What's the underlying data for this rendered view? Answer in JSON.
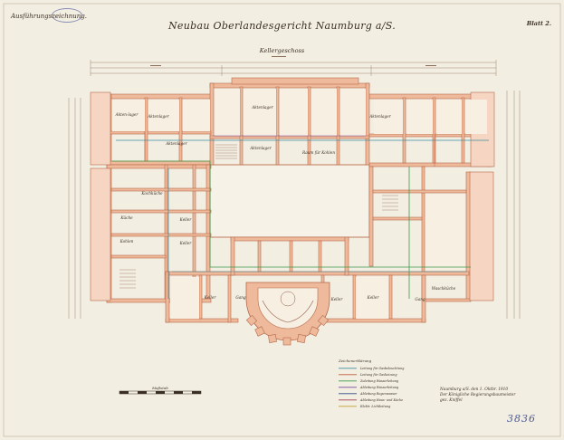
{
  "header": {
    "left": "Ausführungszeichnung.",
    "title": "Neubau Oberlandesgericht Naumburg a/S.",
    "sheet": "Blatt 2.",
    "stamp": ""
  },
  "plan": {
    "floor_label": "Kellergeschoss",
    "rooms": [
      "Akten-lager",
      "Aktenlager",
      "Aktenlager",
      "Aktenlager",
      "Aktenlager",
      "Aktenlager",
      "Raum für Kohlen",
      "Kochküche",
      "Küche",
      "Kohlen",
      "Keller",
      "Keller",
      "Keller",
      "Keller",
      "Keller",
      "Gang",
      "Gang",
      "Waschküche"
    ]
  },
  "legend": {
    "title": "Zeichenerklärung",
    "items": [
      {
        "label": "Leitung für Gasbeleuchtung",
        "color": "#3b8fa0"
      },
      {
        "label": "Leitung für Gasheizung",
        "color": "#c05a3a"
      },
      {
        "label": "Zuleitung Wasserleitung",
        "color": "#3a9a4a"
      },
      {
        "label": "Ableitung Wasserleitung",
        "color": "#7a4a9a"
      },
      {
        "label": "Ableitung Regenwasser",
        "color": "#2a4a8a"
      },
      {
        "label": "Ableitung Haus- und Küche",
        "color": "#a04050"
      },
      {
        "label": "Elektr. Lichtleitung",
        "color": "#c0a030"
      }
    ]
  },
  "scale": {
    "label": "Maßstab"
  },
  "signature": {
    "lines": [
      "Naumburg a/S. den 1. Oktbr. 1910",
      "Der Königliche Regierungsbaumeister",
      "gez. Kniffel"
    ]
  },
  "catalog_no": "3836"
}
